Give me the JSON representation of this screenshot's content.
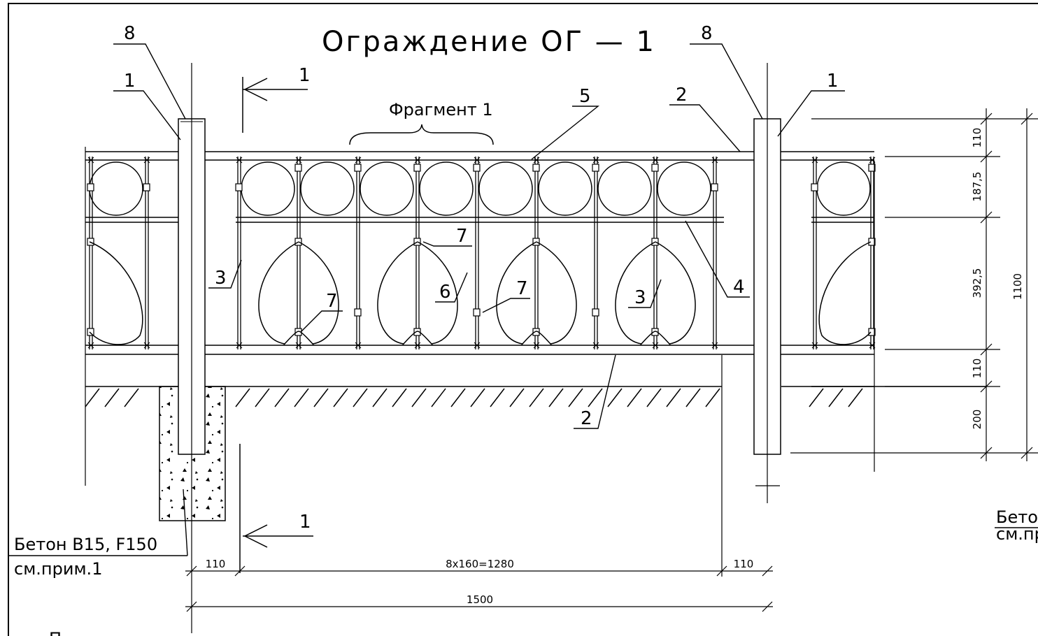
{
  "title": "Ограждение ОГ — 1",
  "fragment_label": "Фрагмент 1",
  "section_marks": {
    "top": "1",
    "bottom": "1"
  },
  "callouts": {
    "post_left": "8",
    "post_right": "8",
    "one_left": "1",
    "one_right": "1",
    "rail_top": "2",
    "rail_bottom": "2",
    "bar_left": "3",
    "bar_right": "3",
    "midrail": "4",
    "ring": "5",
    "heart": "6",
    "clamp_a": "7",
    "clamp_b": "7",
    "clamp_c": "7"
  },
  "vertical_dims": {
    "d1": "110",
    "d2": "187,5",
    "d3": "392,5",
    "d4": "110",
    "d5": "200",
    "total": "1100"
  },
  "horizontal_dims": {
    "left": "110",
    "middle": "8х160=1280",
    "right": "110",
    "total": "1500"
  },
  "notes": {
    "concrete": "Бетон В15, F150",
    "see_note": "см.прим.1",
    "concrete_right": "Бето",
    "see_note_right": "см.пр",
    "bottom_fragment": "П"
  }
}
